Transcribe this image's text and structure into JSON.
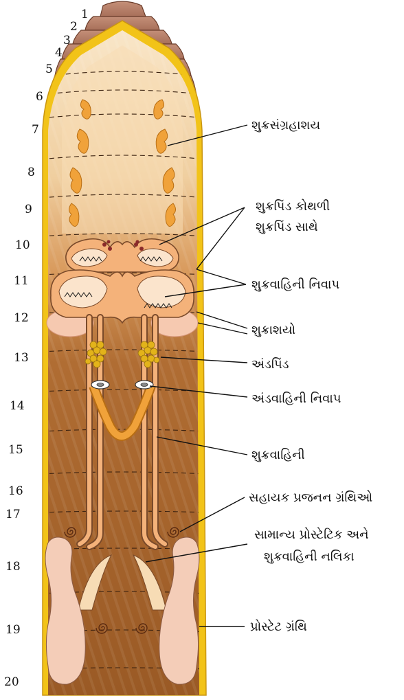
{
  "segment_numbers": [
    "1",
    "2",
    "3",
    "4",
    "5",
    "6",
    "7",
    "8",
    "9",
    "10",
    "11",
    "12",
    "13",
    "14",
    "15",
    "16",
    "17",
    "18",
    "19",
    "20"
  ],
  "labels": {
    "spermatheca": "શુક્રસંગ્રહાશય",
    "testis_sac_line1": "શુક્રપિંડ કોથળી",
    "testis_sac_line2": "શુક્રપિંડ સાથે",
    "vas_deferens_funnel": "શુક્રવાહિની નિવાપ",
    "seminal_vesicles": "શુક્રાશયો",
    "ovary": "અંડપિંડ",
    "oviduct_funnel": "અંડવાહિની નિવાપ",
    "vas_deferens": "શુક્રવાહિની",
    "accessory_glands": "સહાયક પ્રજનન ગ્રંથિઓ",
    "common_duct_line1": "સામાન્ય પ્રોસ્ટેટિક અને",
    "common_duct_line2": "શુક્રવાહિની નલિકા",
    "prostate_gland": "પ્રોસ્ટેટ ગ્રંથિ"
  },
  "colors": {
    "body_brown": "#a0622a",
    "body_wall_yellow": "#f2c318",
    "head_pink": "#b8806a",
    "anterior_cream": "#f7dcb5",
    "spermatheca_orange": "#f0a23a",
    "sac_orange": "#f4b27a",
    "vesicle_pink": "#f6c9b0",
    "ovary_yellow": "#e3b31a",
    "prostate_pink": "#f4cdb8"
  }
}
